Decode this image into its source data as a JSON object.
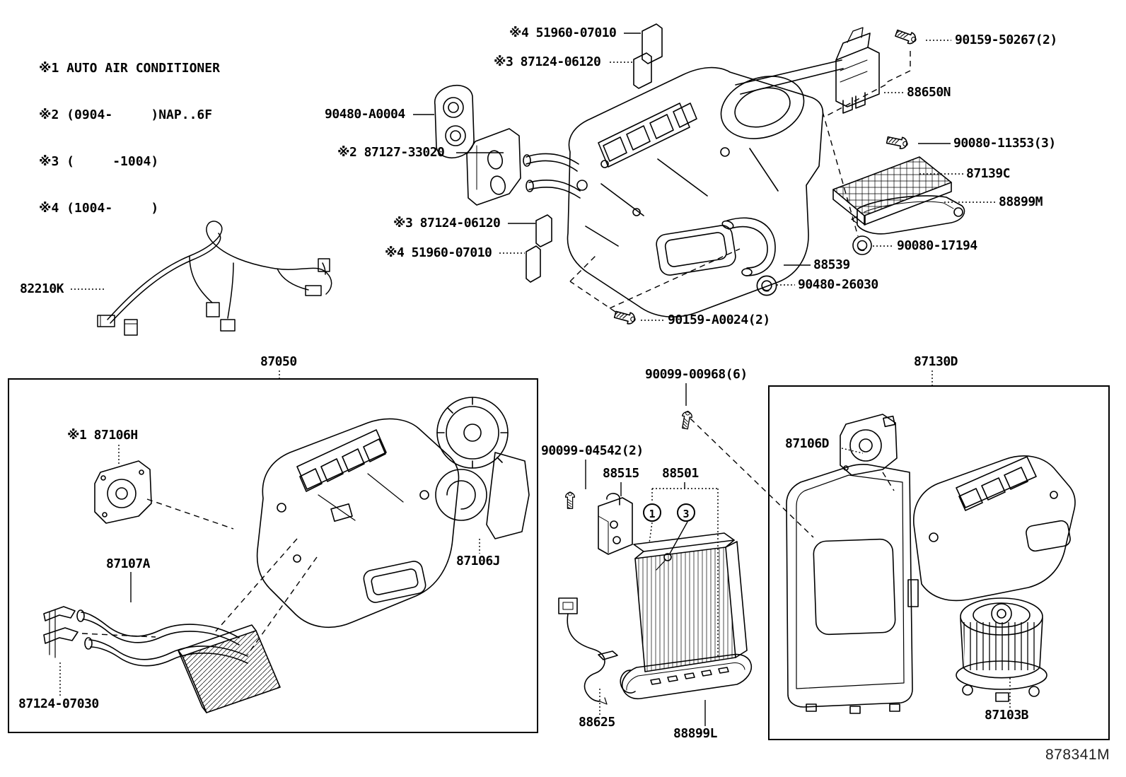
{
  "diagram": {
    "legend_lines": [
      "※1 AUTO AIR CONDITIONER",
      "※2 (0904-     )NAP..6F",
      "※3 (     -1004)",
      "※4 (1004-     )"
    ],
    "drawing_code": "878341M",
    "callouts": {
      "one": "1",
      "three": "3"
    },
    "parts": {
      "assembly_left": "87050",
      "assembly_right": "87130D",
      "pad4_top": "※4 51960-07010",
      "pad3_top": "※3 87124-06120",
      "screw_50267": "90159-50267(2)",
      "amplifier": "88650N",
      "grommet_a0004": "90480-A0004",
      "plate_33020": "※2 87127-33020",
      "screw_11353": "90080-11353(3)",
      "filter": "87139C",
      "holder_m": "88899M",
      "pad3_mid": "※3 87124-06120",
      "pad4_mid": "※4 51960-07010",
      "grommet_17194": "90080-17194",
      "hose": "88539",
      "grommet_26030": "90480-26030",
      "screw_a0024": "90159-A0024(2)",
      "harness": "82210K",
      "screw_00968": "90099-00968(6)",
      "servo_h": "※1 87106H",
      "pipes": "87107A",
      "clamp": "87124-07030",
      "servo_j": "87106J",
      "screw_04542": "90099-04542(2)",
      "valve": "88515",
      "evaporator": "88501",
      "thermistor": "88625",
      "holder_l": "88899L",
      "servo_d": "87106D",
      "blower": "87103B"
    }
  }
}
